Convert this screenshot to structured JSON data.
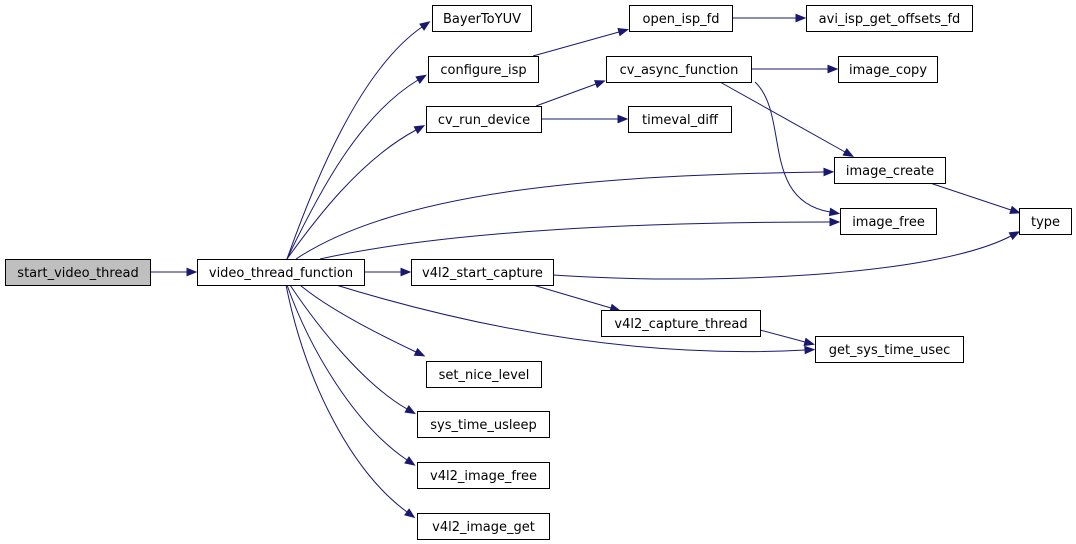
{
  "diagram": {
    "kind": "call-graph",
    "colors": {
      "edge": "#191970",
      "node_fill": "#ffffff",
      "root_fill": "#bfbfbf",
      "node_border": "#000000"
    },
    "nodes": [
      {
        "id": "start_video_thread",
        "label": "start_video_thread",
        "root": true
      },
      {
        "id": "video_thread_function",
        "label": "video_thread_function"
      },
      {
        "id": "BayerToYUV",
        "label": "BayerToYUV"
      },
      {
        "id": "configure_isp",
        "label": "configure_isp"
      },
      {
        "id": "cv_run_device",
        "label": "cv_run_device"
      },
      {
        "id": "open_isp_fd",
        "label": "open_isp_fd"
      },
      {
        "id": "avi_isp_get_offsets_fd",
        "label": "avi_isp_get_offsets_fd"
      },
      {
        "id": "cv_async_function",
        "label": "cv_async_function"
      },
      {
        "id": "image_copy",
        "label": "image_copy"
      },
      {
        "id": "timeval_diff",
        "label": "timeval_diff"
      },
      {
        "id": "image_create",
        "label": "image_create"
      },
      {
        "id": "image_free",
        "label": "image_free"
      },
      {
        "id": "type",
        "label": "type"
      },
      {
        "id": "v4l2_start_capture",
        "label": "v4l2_start_capture"
      },
      {
        "id": "v4l2_capture_thread",
        "label": "v4l2_capture_thread"
      },
      {
        "id": "get_sys_time_usec",
        "label": "get_sys_time_usec"
      },
      {
        "id": "set_nice_level",
        "label": "set_nice_level"
      },
      {
        "id": "sys_time_usleep",
        "label": "sys_time_usleep"
      },
      {
        "id": "v4l2_image_free",
        "label": "v4l2_image_free"
      },
      {
        "id": "v4l2_image_get",
        "label": "v4l2_image_get"
      }
    ],
    "edges": [
      {
        "from": "start_video_thread",
        "to": "video_thread_function"
      },
      {
        "from": "video_thread_function",
        "to": "BayerToYUV"
      },
      {
        "from": "video_thread_function",
        "to": "configure_isp"
      },
      {
        "from": "video_thread_function",
        "to": "cv_run_device"
      },
      {
        "from": "video_thread_function",
        "to": "image_create"
      },
      {
        "from": "video_thread_function",
        "to": "image_free"
      },
      {
        "from": "video_thread_function",
        "to": "v4l2_start_capture"
      },
      {
        "from": "video_thread_function",
        "to": "get_sys_time_usec"
      },
      {
        "from": "video_thread_function",
        "to": "set_nice_level"
      },
      {
        "from": "video_thread_function",
        "to": "sys_time_usleep"
      },
      {
        "from": "video_thread_function",
        "to": "v4l2_image_free"
      },
      {
        "from": "video_thread_function",
        "to": "v4l2_image_get"
      },
      {
        "from": "configure_isp",
        "to": "open_isp_fd"
      },
      {
        "from": "open_isp_fd",
        "to": "avi_isp_get_offsets_fd"
      },
      {
        "from": "cv_run_device",
        "to": "cv_async_function"
      },
      {
        "from": "cv_run_device",
        "to": "timeval_diff"
      },
      {
        "from": "cv_async_function",
        "to": "image_copy"
      },
      {
        "from": "cv_async_function",
        "to": "image_create"
      },
      {
        "from": "cv_async_function",
        "to": "image_free"
      },
      {
        "from": "image_create",
        "to": "type"
      },
      {
        "from": "v4l2_start_capture",
        "to": "type"
      },
      {
        "from": "v4l2_start_capture",
        "to": "v4l2_capture_thread"
      },
      {
        "from": "v4l2_capture_thread",
        "to": "get_sys_time_usec"
      }
    ]
  }
}
